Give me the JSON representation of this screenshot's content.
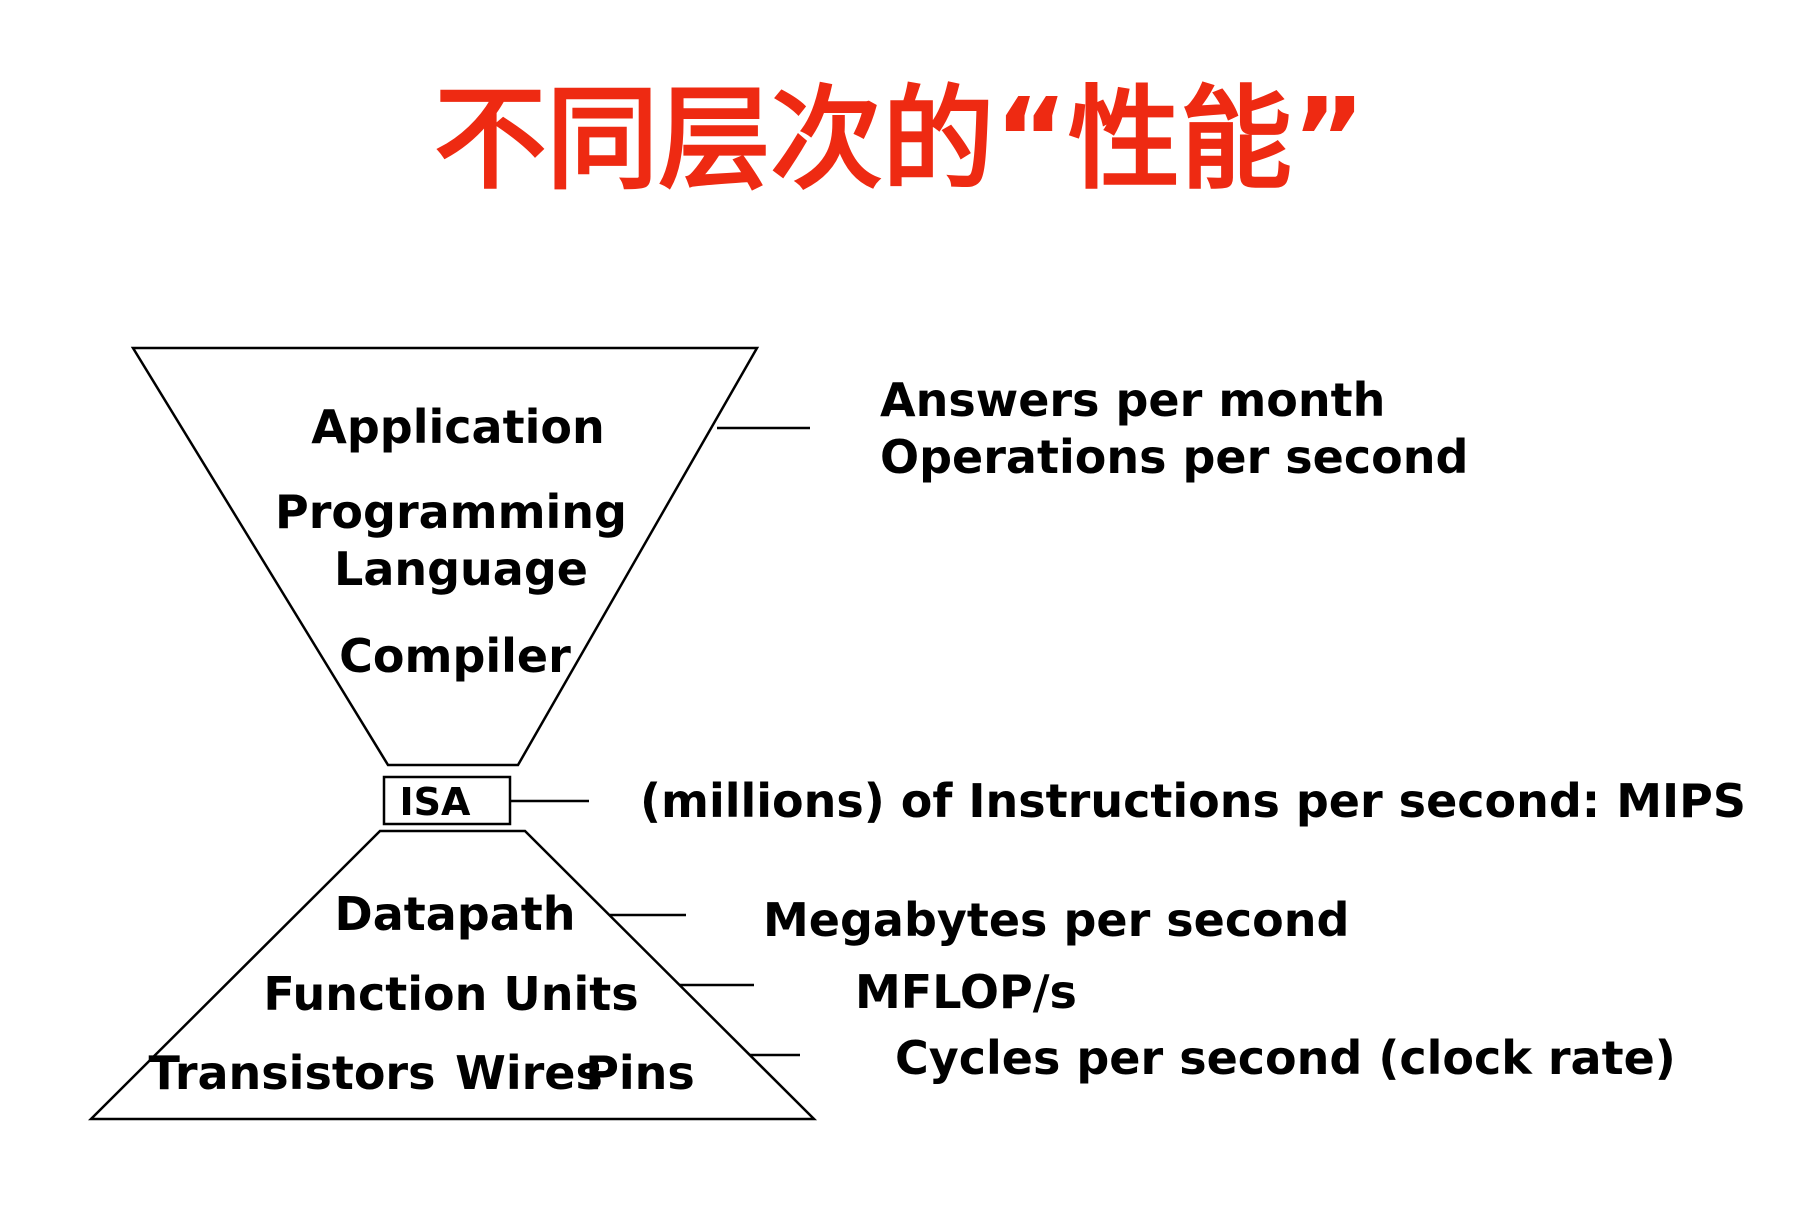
{
  "title": "不同层次的“性能”",
  "hourglass": {
    "top_items": [
      "Application",
      "Programming",
      "Language",
      "Compiler"
    ],
    "isa": "ISA",
    "bottom_items": [
      "Datapath",
      "Function Units",
      "Transistors",
      "Wires",
      "Pins"
    ]
  },
  "metrics": {
    "application": [
      "Answers per month",
      "Operations per second"
    ],
    "isa": "(millions) of Instructions per second: MIPS",
    "datapath": "Megabytes per second",
    "function_units": "MFLOP/s",
    "transistors": "Cycles per second (clock rate)"
  }
}
